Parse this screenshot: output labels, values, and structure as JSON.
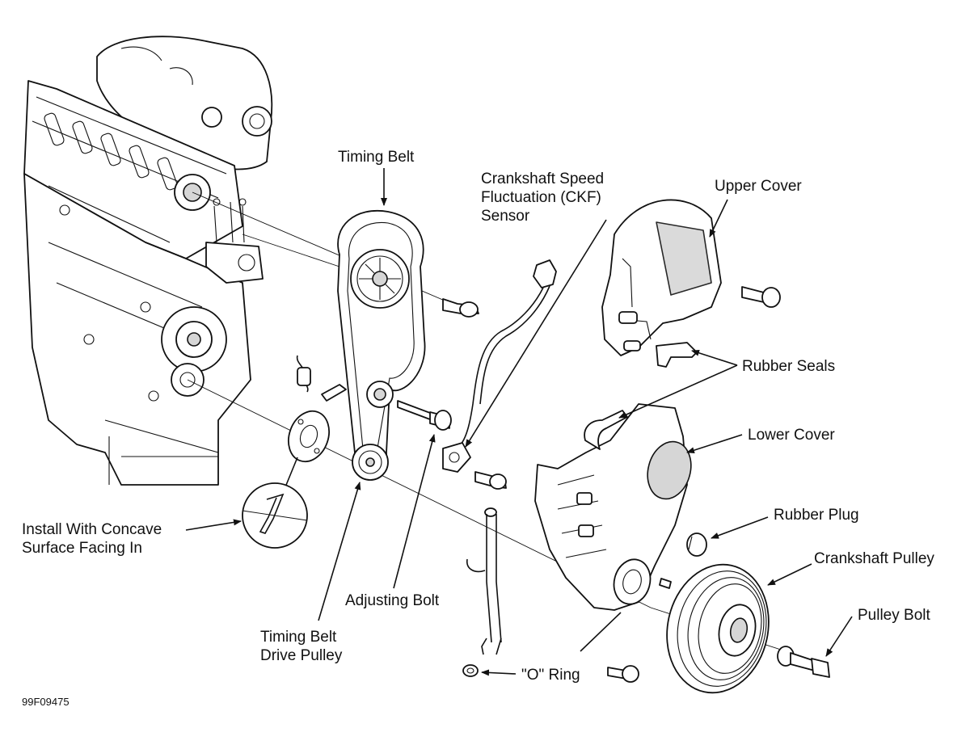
{
  "labels": {
    "timing_belt": "Timing Belt",
    "ckf_sensor_1": "Crankshaft Speed",
    "ckf_sensor_2": "Fluctuation (CKF)",
    "ckf_sensor_3": "Sensor",
    "upper_cover": "Upper Cover",
    "rubber_seals": "Rubber Seals",
    "lower_cover": "Lower Cover",
    "rubber_plug": "Rubber Plug",
    "crankshaft_pulley": "Crankshaft Pulley",
    "pulley_bolt": "Pulley Bolt",
    "install_1": "Install With Concave",
    "install_2": "Surface Facing In",
    "adjusting_bolt": "Adjusting Bolt",
    "drive_pulley_1": "Timing Belt",
    "drive_pulley_2": "Drive Pulley",
    "o_ring": "\"O\" Ring"
  },
  "figure_code": "99F09475"
}
